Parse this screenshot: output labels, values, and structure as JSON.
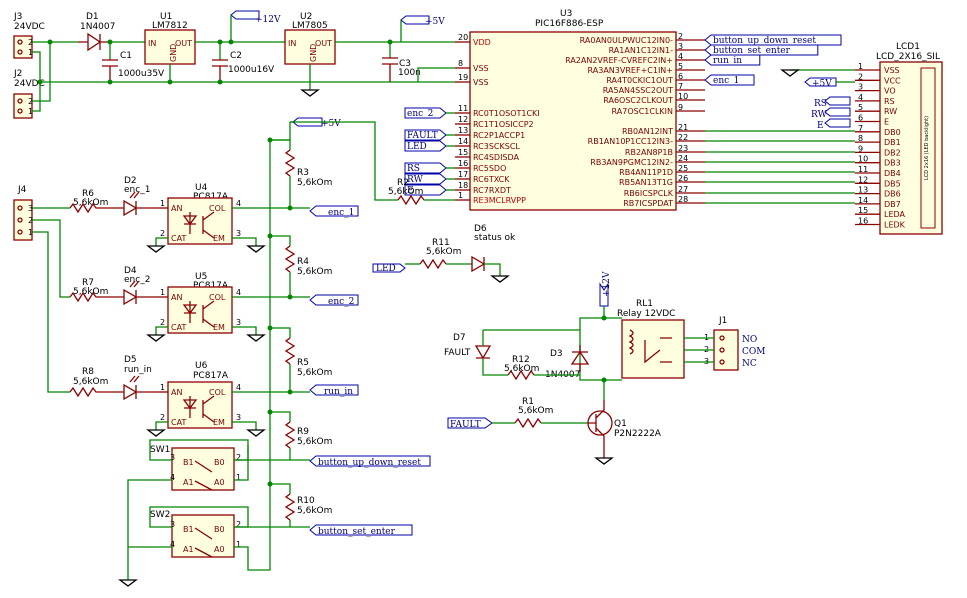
{
  "connectors": {
    "j3": {
      "ref": "J3",
      "value": "24VDC",
      "pins": [
        "2",
        "1"
      ]
    },
    "j2": {
      "ref": "J2",
      "value": "24VDC",
      "pins": [
        "2",
        "1"
      ]
    },
    "j4": {
      "ref": "J4",
      "pins": [
        "3",
        "2",
        "1"
      ]
    },
    "j1": {
      "ref": "J1",
      "pins": [
        "1",
        "2",
        "3"
      ],
      "labels": [
        "NO",
        "COM",
        "NC"
      ]
    }
  },
  "power": {
    "d1": {
      "ref": "D1",
      "value": "1N4007"
    },
    "u1": {
      "ref": "U1",
      "value": "LM7812",
      "in": "IN",
      "out": "OUT",
      "gnd": "GND"
    },
    "u2": {
      "ref": "U2",
      "value": "LM7805",
      "in": "IN",
      "out": "OUT",
      "gnd": "GND"
    },
    "c1": {
      "ref": "C1",
      "value": "1000u35V"
    },
    "c2": {
      "ref": "C2",
      "value": "1000u16V"
    },
    "c3": {
      "ref": "C3",
      "value": "100n"
    },
    "p12v": "+12V",
    "p5v": "+5V"
  },
  "mcu": {
    "ref": "U3",
    "value": "PIC16F886-ESP",
    "left_pins": [
      {
        "num": "20",
        "name": "VDD",
        "red": true
      },
      {
        "num": "8",
        "name": "VSS"
      },
      {
        "num": "19",
        "name": "VSS"
      },
      {
        "num": "11",
        "name": "RC0T1OSOT1CKI",
        "net": "enc_2"
      },
      {
        "num": "12",
        "name": "RC1T1OSICCP2"
      },
      {
        "num": "13",
        "name": "RC2P1ACCP1",
        "net": "FAULT"
      },
      {
        "num": "14",
        "name": "RC3SCKSCL",
        "net": "LED"
      },
      {
        "num": "15",
        "name": "RC4SDISDA"
      },
      {
        "num": "16",
        "name": "RC5SDO",
        "net": "RS"
      },
      {
        "num": "17",
        "name": "RC6TXCK",
        "net": "RW"
      },
      {
        "num": "18",
        "name": "RC7RXDT",
        "net": "E"
      },
      {
        "num": "1",
        "name": "RE3MCLRVPP",
        "red": true
      }
    ],
    "right_pins": [
      {
        "num": "2",
        "name": "RA0AN0ULPWUC12IN0-",
        "net": "button_up_down_reset"
      },
      {
        "num": "3",
        "name": "RA1AN1C12IN1-",
        "net": "button_set_enter"
      },
      {
        "num": "4",
        "name": "RA2AN2VREF-CVREFC2IN+",
        "net": "run_in"
      },
      {
        "num": "5",
        "name": "RA3AN3VREF+C1IN+"
      },
      {
        "num": "6",
        "name": "RA4T0CKIC1OUT",
        "net": "enc_1"
      },
      {
        "num": "7",
        "name": "RA5AN4SSC2OUT"
      },
      {
        "num": "10",
        "name": "RA6OSC2CLKOUT"
      },
      {
        "num": "9",
        "name": "RA7OSC1CLKIN"
      },
      {
        "num": "21",
        "name": "RB0AN12INT"
      },
      {
        "num": "22",
        "name": "RB1AN10P1CC12IN3-"
      },
      {
        "num": "23",
        "name": "RB2AN8P1B"
      },
      {
        "num": "24",
        "name": "RB3AN9PGMC12IN2-"
      },
      {
        "num": "25",
        "name": "RB4AN11P1D"
      },
      {
        "num": "26",
        "name": "RB5AN13T1G"
      },
      {
        "num": "27",
        "name": "RB6ICSPCLK"
      },
      {
        "num": "28",
        "name": "RB7ICSPDAT"
      }
    ]
  },
  "lcd": {
    "ref": "LCD1",
    "value": "LCD_2X16_SIL",
    "side_text": "LCD 2x16 (LED backlight)",
    "pins": [
      {
        "num": "1",
        "name": "VSS"
      },
      {
        "num": "2",
        "name": "VCC",
        "net": "+5V"
      },
      {
        "num": "3",
        "name": "VO"
      },
      {
        "num": "4",
        "name": "RS",
        "net": "RS"
      },
      {
        "num": "5",
        "name": "RW",
        "net": "RW"
      },
      {
        "num": "6",
        "name": "E",
        "net": "E"
      },
      {
        "num": "7",
        "name": "DB0"
      },
      {
        "num": "8",
        "name": "DB1"
      },
      {
        "num": "9",
        "name": "DB2"
      },
      {
        "num": "10",
        "name": "DB3"
      },
      {
        "num": "11",
        "name": "DB4"
      },
      {
        "num": "12",
        "name": "DB5"
      },
      {
        "num": "13",
        "name": "DB6"
      },
      {
        "num": "14",
        "name": "DB7"
      },
      {
        "num": "15",
        "name": "LEDA"
      },
      {
        "num": "16",
        "name": "LEDK"
      }
    ]
  },
  "inputs": {
    "r6": {
      "ref": "R6",
      "value": "5,6kOm"
    },
    "r7": {
      "ref": "R7",
      "value": "5,6kOm"
    },
    "r8": {
      "ref": "R8",
      "value": "5,6kOm"
    },
    "d2": {
      "ref": "D2",
      "value": "enc_1"
    },
    "d4": {
      "ref": "D4",
      "value": "enc_2"
    },
    "d5": {
      "ref": "D5",
      "value": "run_in"
    },
    "u4": {
      "ref": "U4",
      "value": "PC817A"
    },
    "u5": {
      "ref": "U5",
      "value": "PC817A"
    },
    "u6": {
      "ref": "U6",
      "value": "PC817A"
    },
    "opto_pins": {
      "an": "AN",
      "cat": "CAT",
      "col": "COL",
      "em": "EM",
      "p1": "1",
      "p2": "2",
      "p3": "3",
      "p4": "4"
    },
    "r3": {
      "ref": "R3",
      "value": "5,6kOm"
    },
    "r4": {
      "ref": "R4",
      "value": "5,6kOm"
    },
    "r5": {
      "ref": "R5",
      "value": "5,6kOm"
    },
    "r9": {
      "ref": "R9",
      "value": "5,6kOm"
    },
    "r10": {
      "ref": "R10",
      "value": "5,6kOm"
    },
    "r2": {
      "ref": "R2",
      "value": "5,6kOm"
    },
    "p5v": "+5V",
    "net_enc1": "enc_1",
    "net_enc2": "enc_2",
    "net_run": "run_in",
    "net_btn1": "button_up_down_reset",
    "net_btn2": "button_set_enter"
  },
  "switches": {
    "sw1": {
      "ref": "SW1",
      "b1": "B1",
      "b0": "B0",
      "a1": "A1",
      "a0": "A0",
      "p3": "3",
      "p2": "2",
      "p4": "4",
      "p1": "1"
    },
    "sw2": {
      "ref": "SW2",
      "b1": "B1",
      "b0": "B0",
      "a1": "A1",
      "a0": "A0",
      "p3": "3",
      "p2": "2",
      "p4": "4",
      "p1": "1"
    }
  },
  "status": {
    "r11": {
      "ref": "R11",
      "value": "5,6kOm"
    },
    "d6": {
      "ref": "D6",
      "value": "status ok"
    },
    "net_led": "LED"
  },
  "relay": {
    "p12v": "+12V",
    "rl1": {
      "ref": "RL1",
      "value": "Relay 12VDC"
    },
    "d7": {
      "ref": "D7",
      "value": "FAULT"
    },
    "r12": {
      "ref": "R12",
      "value": "5,6kOm"
    },
    "d3": {
      "ref": "D3",
      "value": "1N4007"
    },
    "r1": {
      "ref": "R1",
      "value": "5,6kOm"
    },
    "q1": {
      "ref": "Q1",
      "value": "P2N2222A"
    },
    "net_fault": "FAULT"
  }
}
